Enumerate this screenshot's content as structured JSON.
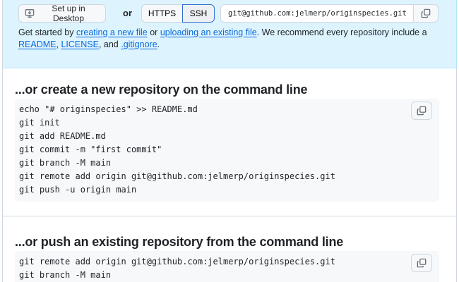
{
  "quick_setup": {
    "desktop_button": "Set up in Desktop",
    "or_label": "or",
    "protocols": [
      "HTTPS",
      "SSH"
    ],
    "selected_protocol": "SSH",
    "clone_url": "git@github.com:jelmerp/originspecies.git",
    "help": {
      "prefix": "Get started by ",
      "link1": "creating a new file",
      "mid1": " or ",
      "link2": "uploading an existing file",
      "mid2": ". We recommend every repository include a ",
      "link3": "README",
      "sep1": ", ",
      "link4": "LICENSE",
      "sep2": ", and ",
      "link5": ".gitignore",
      "suffix": "."
    }
  },
  "create_section": {
    "title": "...or create a new repository on the command line",
    "lines": [
      "echo \"# originspecies\" >> README.md",
      "git init",
      "git add README.md",
      "git commit -m \"first commit\"",
      "git branch -M main",
      "git remote add origin git@github.com:jelmerp/originspecies.git",
      "git push -u origin main"
    ]
  },
  "push_section": {
    "title": "...or push an existing repository from the command line",
    "lines": [
      "git remote add origin git@github.com:jelmerp/originspecies.git",
      "git branch -M main"
    ]
  }
}
